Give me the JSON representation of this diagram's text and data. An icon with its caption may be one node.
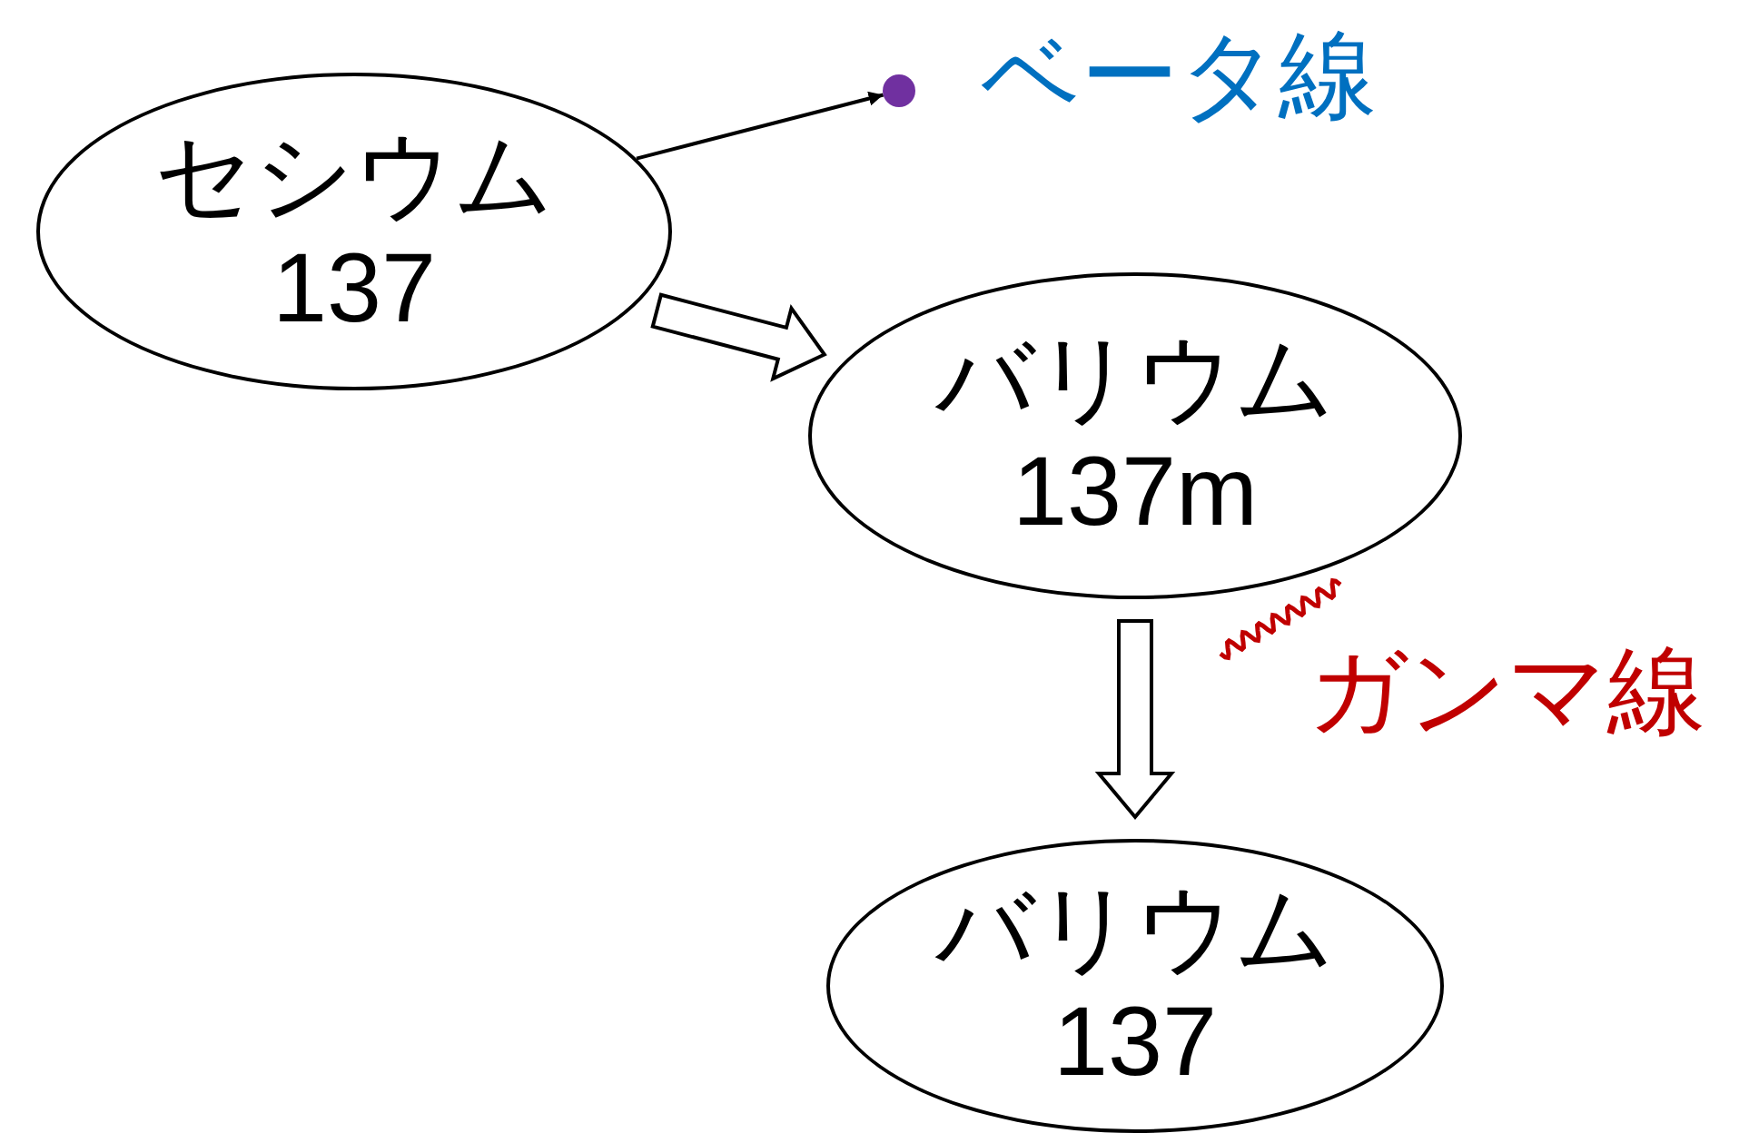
{
  "diagram": {
    "nodes": [
      {
        "text": [
          "セシウム",
          "137"
        ]
      },
      {
        "text": [],
        "shape": "circle",
        "beside": [
          "ベータ線"
        ]
      },
      {
        "text": [
          "バリウム",
          "137m"
        ]
      },
      {
        "text": [
          "バリウム",
          "137"
        ]
      }
    ],
    "edges": [
      {
        "from": 0,
        "to": 1,
        "arrow": "to"
      },
      {
        "from": 0,
        "to": 2,
        "arrow": "to",
        "style": "thick"
      },
      {
        "from": 2,
        "to": 3,
        "arrow": "to",
        "style": "thick"
      }
    ],
    "labels": [
      "ガンマ線"
    ]
  }
}
